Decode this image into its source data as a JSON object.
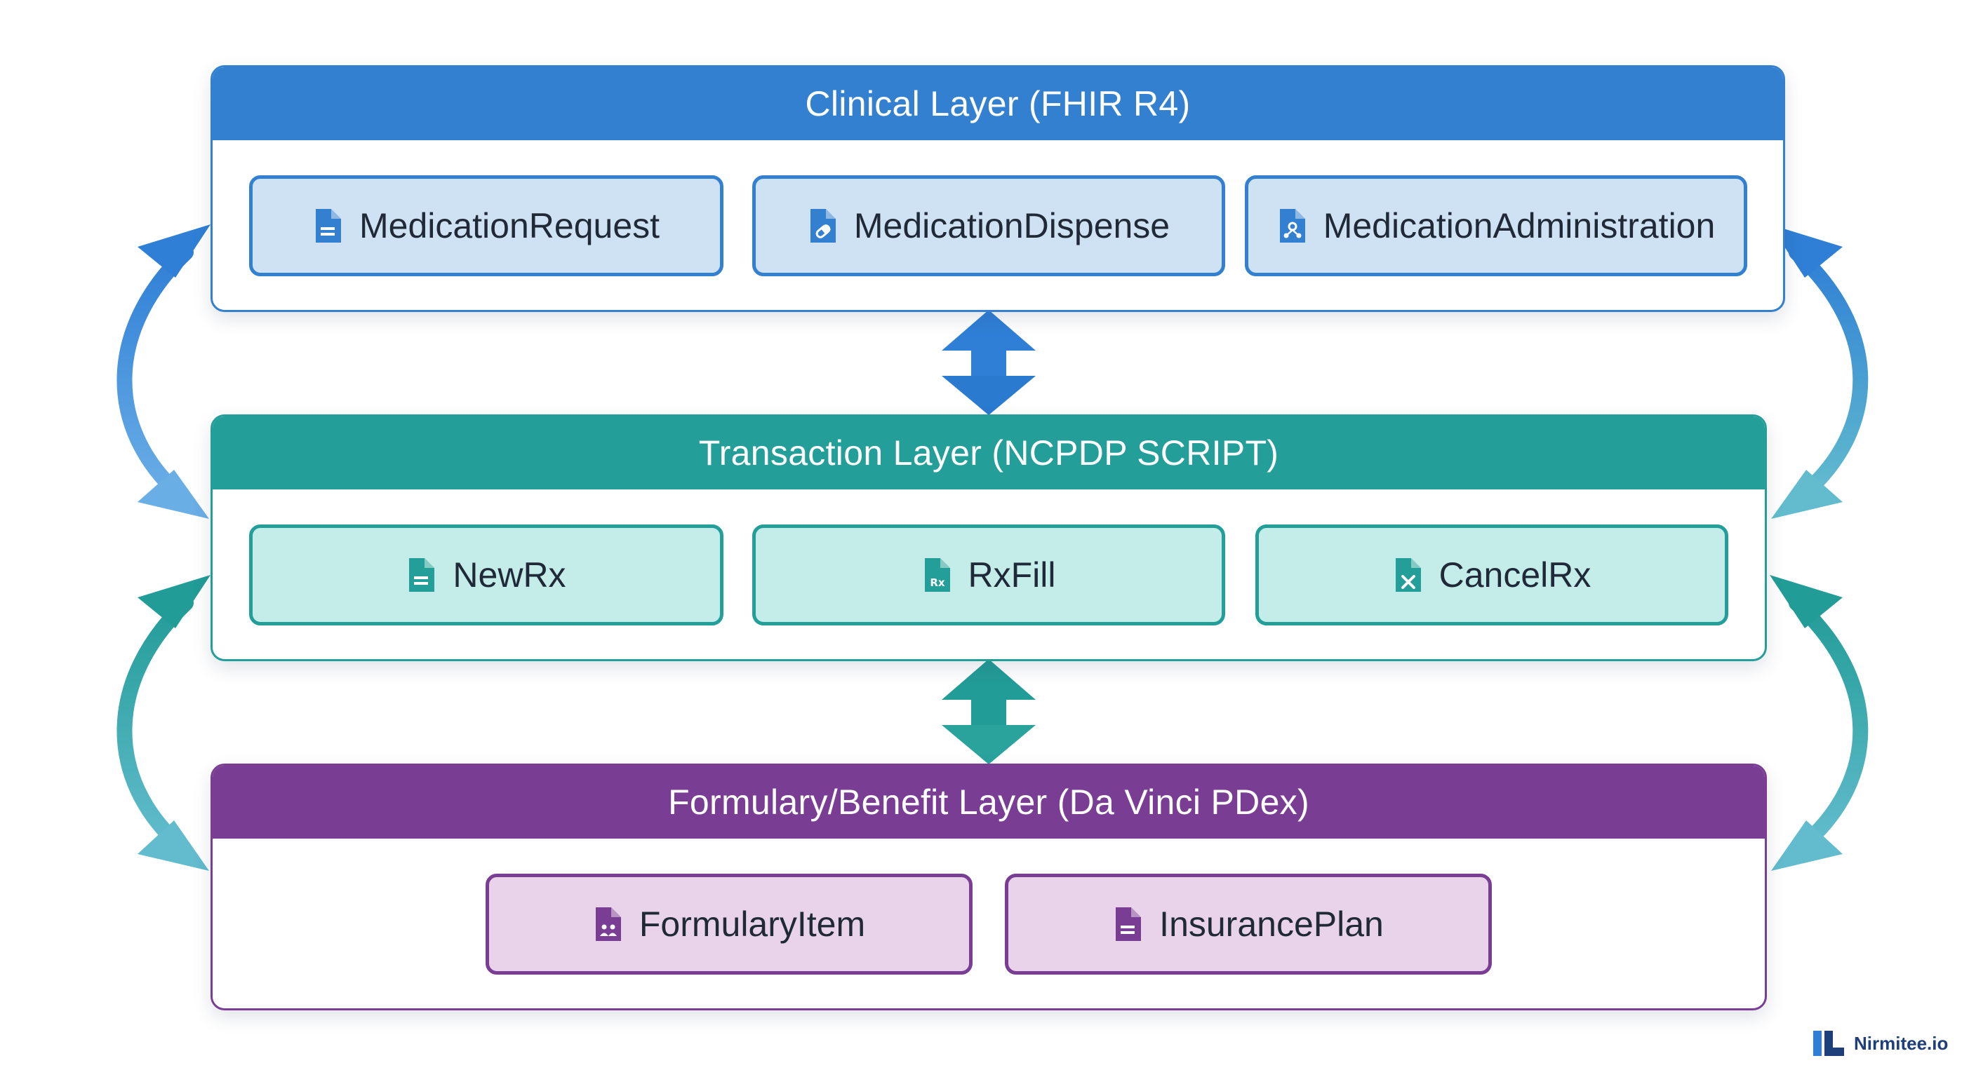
{
  "layers": {
    "clinical": {
      "title": "Clinical Layer (FHIR R4)",
      "color": "#3380d0",
      "chip_fill": "#cfe2f3",
      "items": [
        {
          "label": "MedicationRequest",
          "icon": "document-lines-icon"
        },
        {
          "label": "MedicationDispense",
          "icon": "document-pill-icon"
        },
        {
          "label": "MedicationAdministration",
          "icon": "document-person-icon"
        }
      ]
    },
    "transaction": {
      "title": "Transaction Layer (NCPDP SCRIPT)",
      "color": "#239e98",
      "chip_fill": "#c4ece9",
      "items": [
        {
          "label": "NewRx",
          "icon": "document-lines-icon"
        },
        {
          "label": "RxFill",
          "icon": "document-rx-icon"
        },
        {
          "label": "CancelRx",
          "icon": "document-x-icon"
        }
      ]
    },
    "formulary": {
      "title": "Formulary/Benefit Layer (Da Vinci PDex)",
      "color": "#7a3d94",
      "chip_fill": "#e8d3ea",
      "items": [
        {
          "label": "FormularyItem",
          "icon": "document-people-icon"
        },
        {
          "label": "InsurancePlan",
          "icon": "document-lines-icon"
        }
      ]
    }
  },
  "arrow_colors": {
    "blue": "#2f7fd6",
    "teal": "#229c97",
    "light_teal": "#62bccd"
  },
  "brand": {
    "name": "Nirmitee.io",
    "color": "#1f3f7a"
  }
}
